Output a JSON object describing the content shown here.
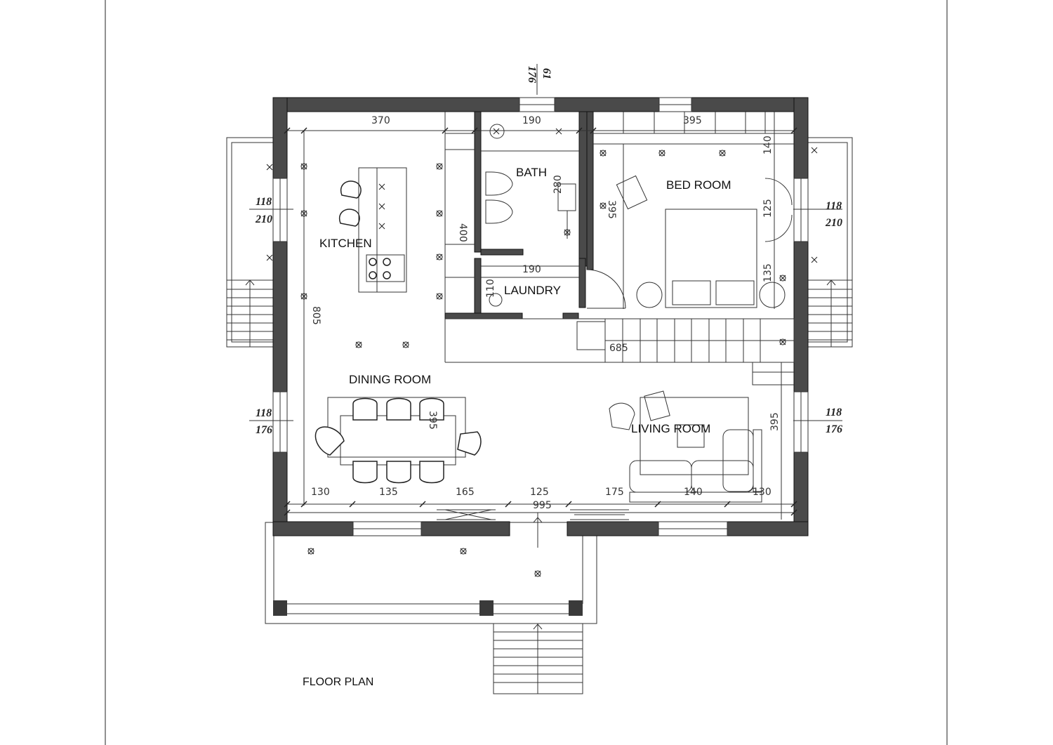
{
  "rooms": {
    "kitchen": "KITCHEN",
    "bath": "BATH",
    "bedroom": "BED ROOM",
    "laundry": "LAUNDRY",
    "dining": "DINING  ROOM",
    "living": "LIVING  ROOM"
  },
  "title": "FLOOR PLAN",
  "dimensions": {
    "kitchen_width": "370",
    "bath_width": "190",
    "bedroom_width": "395",
    "bath_height": "280",
    "kitchen_depth": "400",
    "bedroom_depth": "395",
    "bedroom_closet": "140",
    "bedroom_door": "125",
    "bedroom_135": "135",
    "laundry_width": "190",
    "laundry_height": "110",
    "left_total": "805",
    "stair_length": "685",
    "table_length": "395",
    "living_depth": "395",
    "bottom_a": "130",
    "bottom_b": "135",
    "bottom_c": "165",
    "bottom_d": "125",
    "bottom_e": "175",
    "bottom_f": "140",
    "bottom_g": "130",
    "total_width": "995"
  },
  "windows": {
    "top_a": "61",
    "top_b": "176",
    "left_upper_a": "118",
    "left_upper_b": "210",
    "left_lower_a": "118",
    "left_lower_b": "176",
    "right_upper_a": "118",
    "right_upper_b": "210",
    "right_lower_a": "118",
    "right_lower_b": "176"
  },
  "colors": {
    "wall_fill": "#4a4a4a",
    "line": "#1a1a1a"
  }
}
